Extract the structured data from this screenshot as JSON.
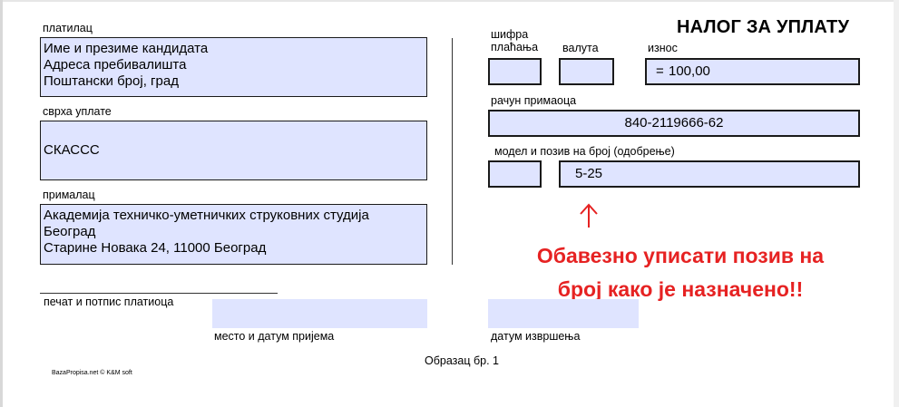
{
  "form": {
    "title": "НАЛОГ ЗА УПЛАТУ",
    "payer": {
      "label": "платилац",
      "lines": [
        "Име и презиме кандидата",
        "Адреса пребивалишта",
        "Поштански број, град"
      ]
    },
    "purpose": {
      "label": "сврха уплате",
      "value": "СКАССС"
    },
    "recipient": {
      "label": "прималац",
      "lines": [
        "Академија техничко-уметничких струковних студија",
        "Београд",
        "Старине Новака 24, 11000 Београд"
      ]
    },
    "signature_label": "печат и потпис платиоца",
    "place_date_label": "место и датум пријема",
    "execution_date_label": "датум извршења",
    "payment_code": {
      "label_line1": "шифра",
      "label_line2": "плаћања",
      "value": ""
    },
    "currency": {
      "label": "валута",
      "value": ""
    },
    "amount": {
      "label": "износ",
      "prefix": "=",
      "value": "100,00"
    },
    "account": {
      "label": "рачун примаоца",
      "value": "840-2119666-62"
    },
    "reference": {
      "label": "модел и позив на број (одобрење)",
      "model": "",
      "number": "5-25"
    },
    "form_number": "Образац бр. 1",
    "footer_credit": "BazaPropisa.net © K&M soft"
  },
  "warning": {
    "line1": "Обавезно уписати позив на",
    "line2": "број како је назначено!!",
    "color": "#e62222"
  },
  "colors": {
    "field_fill": "#dfe4ff",
    "border": "#1a1a1a"
  },
  "icons": {
    "arrow": "arrow-up-icon"
  }
}
